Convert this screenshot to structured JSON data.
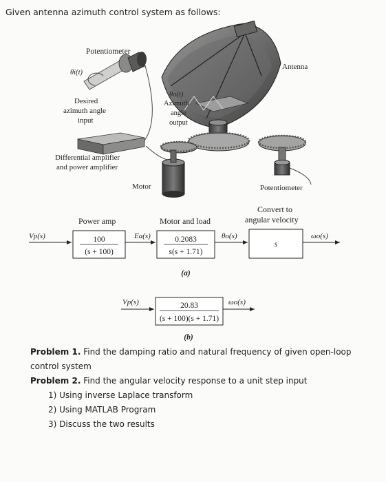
{
  "heading": "Given antenna azimuth control system as follows:",
  "figure": {
    "labels": {
      "potentiometer_top": "Potentiometer",
      "theta_i": "θi(t)",
      "desired_1": "Desired",
      "desired_2": "azimuth angle",
      "desired_3": "input",
      "theta_o": "θo(t)",
      "azimuth_1": "Azimuth",
      "azimuth_2": "angle",
      "azimuth_3": "output",
      "antenna": "Antenna",
      "diffamp_1": "Differential amplifier",
      "diffamp_2": "and power amplifier",
      "motor": "Motor",
      "potentiometer_right": "Potentiometer"
    },
    "block_a": {
      "power_amp_title": "Power amp",
      "power_amp_num": "100",
      "power_amp_den": "(s + 100)",
      "motor_title": "Motor and load",
      "motor_num": "0.2083",
      "motor_den": "s(s + 1.71)",
      "convert_1": "Convert to",
      "convert_2": "angular velocity",
      "convert_block": "s",
      "vp": "Vp(s)",
      "ea": "Ea(s)",
      "theta_o_s": "θo(s)",
      "omega_o": "ωo(s)",
      "caption": "(a)"
    },
    "block_b": {
      "vp": "Vp(s)",
      "num": "20.83",
      "den": "(s + 100)(s + 1.71)",
      "omega_o": "ωo(s)",
      "caption": "(b)"
    }
  },
  "problems": {
    "p1_label": "Problem 1.",
    "p1_text_a": " Find the damping ratio and natural frequency of given open-loop",
    "p1_text_b": "control system",
    "p2_label": "Problem 2.",
    "p2_text": " Find the angular velocity response to a unit step input",
    "items": [
      "1) Using inverse Laplace transform",
      "2) Using MATLAB Program",
      "3) Discuss the two results"
    ]
  }
}
